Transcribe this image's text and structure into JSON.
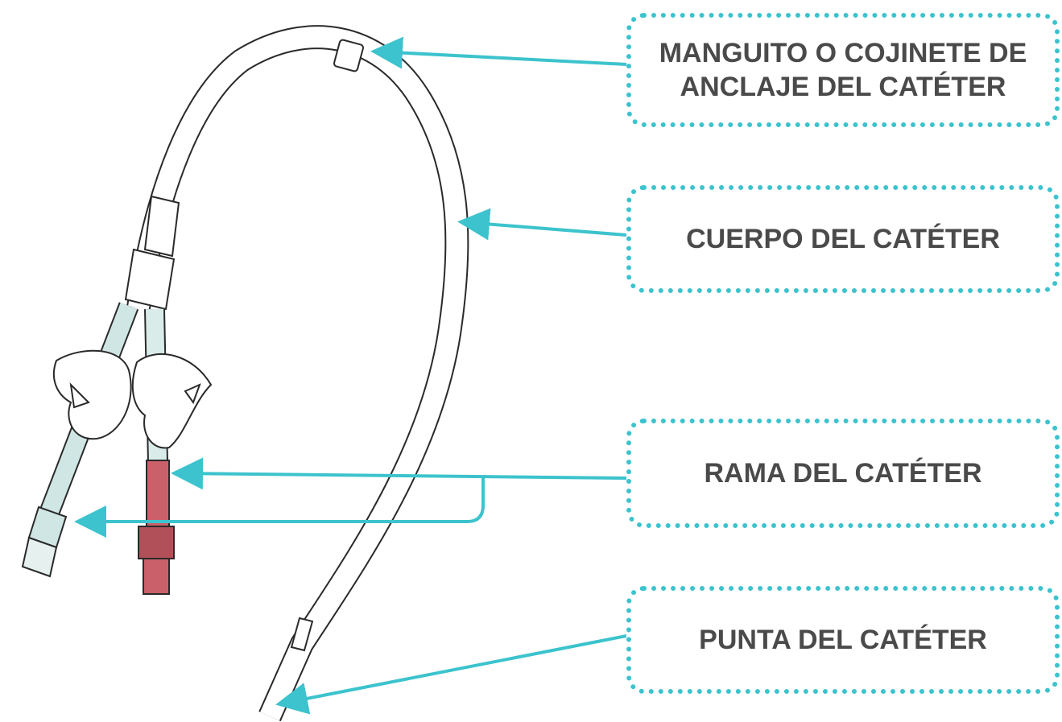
{
  "labels": {
    "cuff": "MANGUITO O COJINETE DE\nANCLAJE DEL CATÉTER",
    "body": "CUERPO DEL CATÉTER",
    "branch": "RAMA DEL CATÉTER",
    "tip": "PUNTA DEL CATÉTER"
  },
  "colors": {
    "accent": "#3cc3cd",
    "label_text": "#4a4a4a",
    "outline": "#2a2a2a",
    "blue_lumen": "#cfe6e4",
    "red_lumen": "#c9606a",
    "red_connector": "#b2505a"
  }
}
